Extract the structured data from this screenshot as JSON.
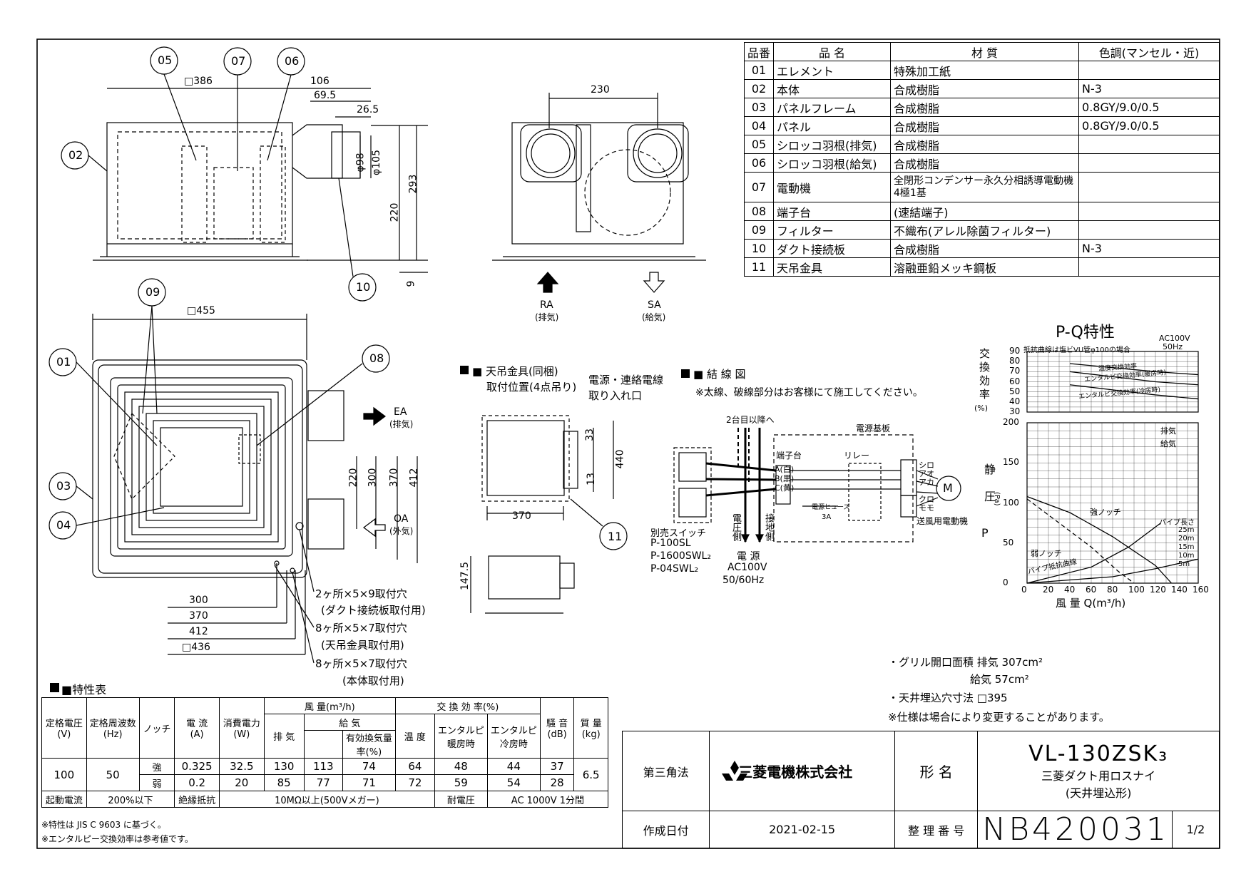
{
  "parts_table": {
    "headers": [
      "品番",
      "品 名",
      "材 質",
      "色調(マンセル・近)"
    ],
    "rows": [
      [
        "01",
        "エレメント",
        "特殊加工紙",
        ""
      ],
      [
        "02",
        "本体",
        "合成樹脂",
        "N-3"
      ],
      [
        "03",
        "パネルフレーム",
        "合成樹脂",
        "0.8GY/9.0/0.5"
      ],
      [
        "04",
        "パネル",
        "合成樹脂",
        "0.8GY/9.0/0.5"
      ],
      [
        "05",
        "シロッコ羽根(排気)",
        "合成樹脂",
        ""
      ],
      [
        "06",
        "シロッコ羽根(給気)",
        "合成樹脂",
        ""
      ],
      [
        "07",
        "電動機",
        "全閉形コンデンサー永久分相誘導電動機 4極1基",
        ""
      ],
      [
        "08",
        "端子台",
        "(速結端子)",
        ""
      ],
      [
        "09",
        "フィルター",
        "不織布(アレル除菌フィルター)",
        ""
      ],
      [
        "10",
        "ダクト接続板",
        "合成樹脂",
        "N-3"
      ],
      [
        "11",
        "天吊金具",
        "溶融亜鉛メッキ鋼板",
        ""
      ]
    ]
  },
  "side_view": {
    "callouts": [
      "05",
      "07",
      "06",
      "02",
      "10"
    ],
    "dims": [
      "□386",
      "106",
      "69.5",
      "26.5",
      "φ98",
      "φ105",
      "220",
      "293",
      "9"
    ]
  },
  "front_view": {
    "dim": "230",
    "ra_label": "RA",
    "ra_sub": "(排気)",
    "sa_label": "SA",
    "sa_sub": "(給気)"
  },
  "top_view": {
    "callouts": [
      "09",
      "01",
      "08",
      "03",
      "04"
    ],
    "dims": [
      "□455",
      "220",
      "300",
      "370",
      "412",
      "300",
      "370",
      "412",
      "□436"
    ],
    "ea_label": "EA",
    "ea_sub": "(排気)",
    "oa_label": "OA",
    "oa_sub": "(外気)",
    "hole_notes": [
      "2ヶ所×5×9取付穴",
      "(ダクト接続板取付用)",
      "8ヶ所×5×7取付穴",
      "(天吊金具取付用)",
      "8ヶ所×5×7取付穴",
      "(本体取付用)"
    ]
  },
  "hanger": {
    "title": "■ 天吊金具(同梱)",
    "title2": "取付位置(4点吊り)",
    "power_note": "電源・連絡電線",
    "power_note2": "取り入れ口",
    "dims": [
      "33",
      "440",
      "13",
      "370",
      "147.5"
    ],
    "callout": "11"
  },
  "wiring": {
    "title": "■ 結 線 図",
    "note": "※太線、破線部分はお客様にて施工してください。",
    "second_unit": "2台目以降へ",
    "board": "電源基板",
    "terminal": "端子台",
    "terms": [
      "A(白)",
      "B(黒)",
      "C(黄)"
    ],
    "relay": "リレー",
    "wires": [
      "シロ",
      "アオ",
      "アカ"
    ],
    "wires2": [
      "クロ",
      "モモ"
    ],
    "fuse": "電源ヒューズ",
    "fuse_amp": "3A",
    "motor": "送風用電動機",
    "motor_symbol": "M",
    "switch": "別売スイッチ",
    "switches": [
      "P-100SL",
      "P-1600SWL₂",
      "P-04SWL₂"
    ],
    "voltage_side": "電圧側",
    "ground_side": "接地側",
    "power": "電 源",
    "power_v": "AC100V",
    "power_hz": "50/60Hz"
  },
  "pq": {
    "title": "P-Q特性",
    "supply": "AC100V",
    "freq": "50Hz",
    "resist_note": "抵抗曲線は塩ビVU管φ100の場合",
    "eff_label": "交換効率",
    "eff_unit": "(%)",
    "sp_label": "静圧",
    "sp_unit": "(Pa)",
    "sp_p": "P",
    "xlabel": "風 量 Q(m³/h)",
    "legend_exh": "排気",
    "legend_sup": "給気",
    "curve_labels": [
      "温度交換効率",
      "エンタルピ交換効率(暖房時)",
      "エンタルピ交換効率(冷房時)",
      "強ノッチ",
      "弱ノッチ",
      "パイプ抵抗曲線",
      "パイプ長さ"
    ],
    "pipe_lengths": [
      "25m",
      "20m",
      "15m",
      "10m",
      "5m"
    ]
  },
  "chart_data": {
    "type": "line",
    "title": "P-Q特性",
    "xlabel": "風 量 Q(m³/h)",
    "x_ticks": [
      "0",
      "20",
      "40",
      "60",
      "80",
      "100",
      "120",
      "140",
      "160"
    ],
    "eff_ticks": [
      "90",
      "80",
      "70",
      "60",
      "50",
      "40",
      "30"
    ],
    "sp_ticks": [
      "200",
      "150",
      "100",
      "50",
      "0"
    ],
    "xlim": [
      0,
      160
    ],
    "eff_ylim": [
      30,
      90
    ],
    "sp_ylim": [
      0,
      200
    ],
    "efficiency_series": [
      {
        "name": "温度交換効率",
        "x": [
          40,
          80,
          120,
          160
        ],
        "y": [
          78,
          74,
          70,
          67
        ]
      },
      {
        "name": "エンタルピ交換効率(暖房時)",
        "x": [
          40,
          80,
          120,
          160
        ],
        "y": [
          70,
          65,
          60,
          57
        ]
      },
      {
        "name": "エンタルピ交換効率(冷房時)",
        "x": [
          40,
          80,
          120,
          160
        ],
        "y": [
          57,
          52,
          47,
          43
        ]
      }
    ],
    "pressure_series": [
      {
        "name": "強ノッチ",
        "x": [
          0,
          40,
          80,
          120,
          135
        ],
        "y": [
          108,
          88,
          58,
          22,
          0
        ]
      },
      {
        "name": "弱ノッチ",
        "x": [
          0,
          30,
          60,
          85,
          100
        ],
        "y": [
          105,
          75,
          45,
          15,
          0
        ]
      },
      {
        "name": "パイプ長さ 25m",
        "x": [
          0,
          60,
          95,
          125
        ],
        "y": [
          0,
          20,
          45,
          75
        ]
      },
      {
        "name": "パイプ長さ 5m",
        "x": [
          0,
          80,
          120,
          160
        ],
        "y": [
          0,
          8,
          18,
          30
        ]
      }
    ]
  },
  "notes": {
    "grille": "・グリル開口面積 排気 307cm²",
    "grille2": "給気 57cm²",
    "ceiling": "・天井埋込穴寸法 □395",
    "change": "※仕様は場合により変更することがあります。"
  },
  "spec": {
    "title": "■特性表",
    "h_voltage": "定格電圧",
    "h_voltage_u": "(V)",
    "h_freq": "定格周波数",
    "h_freq_u": "(Hz)",
    "h_notch": "ノッチ",
    "h_current": "電 流",
    "h_current_u": "(A)",
    "h_power": "消費電力",
    "h_power_u": "(W)",
    "h_airflow": "風 量(m³/h)",
    "h_exh": "排 気",
    "h_sup": "給 気",
    "h_eff_sup": "有効換気量",
    "h_eff_sup2": "率(%)",
    "h_exch": "交 換 効 率(%)",
    "h_temp": "温 度",
    "h_enth_h": "エンタルピ",
    "h_enth_h2": "暖房時",
    "h_enth_c": "エンタルピ",
    "h_enth_c2": "冷房時",
    "h_noise": "騒 音",
    "h_noise_u": "(dB)",
    "h_mass": "質 量",
    "h_mass_u": "(kg)",
    "voltage": "100",
    "freq": "50",
    "mass": "6.5",
    "rows": [
      {
        "notch": "強",
        "current": "0.325",
        "power": "32.5",
        "exh": "130",
        "sup": "113",
        "eff": "74",
        "temp": "64",
        "eh": "48",
        "ec": "44",
        "noise": "37"
      },
      {
        "notch": "弱",
        "current": "0.2",
        "power": "20",
        "exh": "85",
        "sup": "77",
        "eff": "71",
        "temp": "72",
        "eh": "59",
        "ec": "54",
        "noise": "28"
      }
    ],
    "start_label": "起動電流",
    "start_val": "200%以下",
    "ins_label": "絶縁抵抗",
    "ins_val": "10MΩ以上(500Vメガー)",
    "wv_label": "耐電圧",
    "wv_val": "AC 1000V 1分間",
    "note1": "※特性は JIS C 9603 に基づく。",
    "note2": "※エンタルピー交換効率は参考値です。"
  },
  "title_block": {
    "projection": "第三角法",
    "company": "三菱電機株式会社",
    "model_label": "形 名",
    "model": "VL-130ZSK₃",
    "name1": "三菱ダクト用ロスナイ",
    "name2": "(天井埋込形)",
    "date_label": "作成日付",
    "date": "2021-02-15",
    "doc_label": "整 理 番 号",
    "doc": "NB420031",
    "page": "1/2"
  }
}
